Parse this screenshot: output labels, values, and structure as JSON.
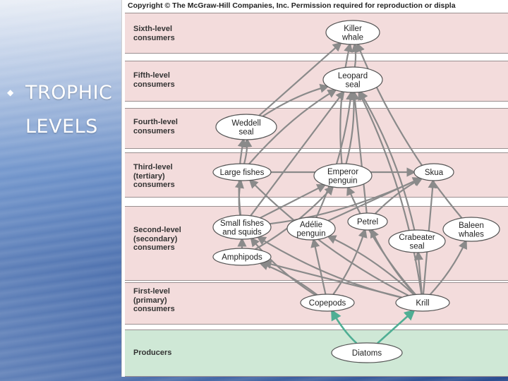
{
  "slide": {
    "bullet": "◆",
    "title_line1": "TROPHIC",
    "title_line2": "LEVELS"
  },
  "figure": {
    "copyright": "Copyright © The McGraw-Hill Companies, Inc. Permission required for reproduction or displa",
    "colors": {
      "consumer_band": "#f3dcdc",
      "producer_band": "#cfe8d6",
      "arrow_gray": "#8a8a8a",
      "arrow_green": "#4fae94",
      "node_border": "#555555"
    },
    "levels": [
      {
        "id": "sixth",
        "label": "Sixth-level\nconsumers"
      },
      {
        "id": "fifth",
        "label": "Fifth-level\nconsumers"
      },
      {
        "id": "fourth",
        "label": "Fourth-level\nconsumers"
      },
      {
        "id": "third",
        "label": "Third-level\n(tertiary)\nconsumers"
      },
      {
        "id": "second",
        "label": "Second-level\n(secondary)\nconsumers"
      },
      {
        "id": "first",
        "label": "First-level\n(primary)\nconsumers"
      },
      {
        "id": "producers",
        "label": "Producers"
      }
    ],
    "nodes": [
      {
        "id": "killer-whale",
        "label": "Killer\nwhale"
      },
      {
        "id": "leopard-seal",
        "label": "Leopard\nseal"
      },
      {
        "id": "weddell-seal",
        "label": "Weddell\nseal"
      },
      {
        "id": "large-fishes",
        "label": "Large fishes"
      },
      {
        "id": "emperor-penguin",
        "label": "Emperor\npenguin"
      },
      {
        "id": "skua",
        "label": "Skua"
      },
      {
        "id": "small-fishes-squids",
        "label": "Small fishes\nand squids"
      },
      {
        "id": "adelie-penguin",
        "label": "Adélie\npenguin"
      },
      {
        "id": "petrel",
        "label": "Petrel"
      },
      {
        "id": "crabeater-seal",
        "label": "Crabeater\nseal"
      },
      {
        "id": "baleen-whales",
        "label": "Baleen\nwhales"
      },
      {
        "id": "amphipods",
        "label": "Amphipods"
      },
      {
        "id": "copepods",
        "label": "Copepods"
      },
      {
        "id": "krill",
        "label": "Krill"
      },
      {
        "id": "diatoms",
        "label": "Diatoms"
      }
    ],
    "links": [
      {
        "from": "diatoms",
        "to": "copepods",
        "kind": "producer"
      },
      {
        "from": "diatoms",
        "to": "krill",
        "kind": "producer"
      },
      {
        "from": "copepods",
        "to": "amphipods",
        "kind": "consumer"
      },
      {
        "from": "copepods",
        "to": "small-fishes-squids",
        "kind": "consumer"
      },
      {
        "from": "copepods",
        "to": "adelie-penguin",
        "kind": "consumer"
      },
      {
        "from": "copepods",
        "to": "petrel",
        "kind": "consumer"
      },
      {
        "from": "krill",
        "to": "small-fishes-squids",
        "kind": "consumer"
      },
      {
        "from": "krill",
        "to": "amphipods",
        "kind": "consumer"
      },
      {
        "from": "krill",
        "to": "adelie-penguin",
        "kind": "consumer"
      },
      {
        "from": "krill",
        "to": "petrel",
        "kind": "consumer"
      },
      {
        "from": "krill",
        "to": "crabeater-seal",
        "kind": "consumer"
      },
      {
        "from": "krill",
        "to": "baleen-whales",
        "kind": "consumer"
      },
      {
        "from": "krill",
        "to": "emperor-penguin",
        "kind": "consumer"
      },
      {
        "from": "krill",
        "to": "skua",
        "kind": "consumer"
      },
      {
        "from": "krill",
        "to": "leopard-seal",
        "kind": "consumer"
      },
      {
        "from": "krill",
        "to": "large-fishes",
        "kind": "consumer"
      },
      {
        "from": "amphipods",
        "to": "small-fishes-squids",
        "kind": "consumer"
      },
      {
        "from": "amphipods",
        "to": "emperor-penguin",
        "kind": "consumer"
      },
      {
        "from": "small-fishes-squids",
        "to": "large-fishes",
        "kind": "consumer"
      },
      {
        "from": "small-fishes-squids",
        "to": "emperor-penguin",
        "kind": "consumer"
      },
      {
        "from": "small-fishes-squids",
        "to": "skua",
        "kind": "consumer"
      },
      {
        "from": "small-fishes-squids",
        "to": "weddell-seal",
        "kind": "consumer"
      },
      {
        "from": "small-fishes-squids",
        "to": "leopard-seal",
        "kind": "consumer"
      },
      {
        "from": "large-fishes",
        "to": "weddell-seal",
        "kind": "consumer"
      },
      {
        "from": "large-fishes",
        "to": "leopard-seal",
        "kind": "consumer"
      },
      {
        "from": "large-fishes",
        "to": "skua",
        "kind": "consumer"
      },
      {
        "from": "emperor-penguin",
        "to": "leopard-seal",
        "kind": "consumer"
      },
      {
        "from": "emperor-penguin",
        "to": "killer-whale",
        "kind": "consumer"
      },
      {
        "from": "adelie-penguin",
        "to": "skua",
        "kind": "consumer"
      },
      {
        "from": "adelie-penguin",
        "to": "leopard-seal",
        "kind": "consumer"
      },
      {
        "from": "petrel",
        "to": "skua",
        "kind": "consumer"
      },
      {
        "from": "petrel",
        "to": "leopard-seal",
        "kind": "consumer"
      },
      {
        "from": "crabeater-seal",
        "to": "leopard-seal",
        "kind": "consumer"
      },
      {
        "from": "weddell-seal",
        "to": "leopard-seal",
        "kind": "consumer"
      },
      {
        "from": "weddell-seal",
        "to": "killer-whale",
        "kind": "consumer"
      },
      {
        "from": "leopard-seal",
        "to": "killer-whale",
        "kind": "consumer"
      },
      {
        "from": "baleen-whales",
        "to": "killer-whale",
        "kind": "consumer"
      }
    ]
  }
}
